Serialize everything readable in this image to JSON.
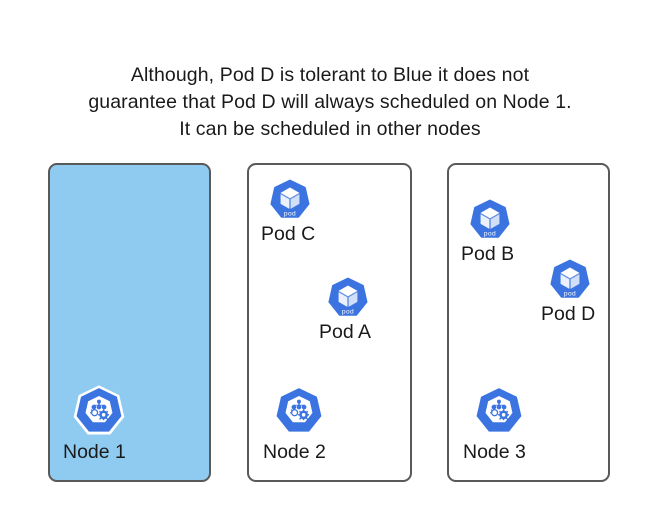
{
  "caption": {
    "line1": "Although, Pod D is tolerant to Blue it does not",
    "line2": "guarantee that Pod D will always scheduled on Node 1.",
    "line3": "It can be scheduled in other nodes"
  },
  "colors": {
    "node_fill_blue": "#8FCBF0",
    "box_border": "#595959",
    "icon_blue": "#3B74E0",
    "icon_white": "#FFFFFF",
    "text": "#1A1A1A",
    "page_background": "#FFFFFF"
  },
  "icon_labels": {
    "pod_badge": "pod"
  },
  "nodes": [
    {
      "id": "node-1",
      "label": "Node 1",
      "icon": "kubernetes-node-icon",
      "highlighted": true,
      "pods": []
    },
    {
      "id": "node-2",
      "label": "Node 2",
      "icon": "kubernetes-node-icon",
      "highlighted": false,
      "pods": [
        {
          "id": "pod-c",
          "label": "Pod C",
          "icon": "kubernetes-pod-icon"
        },
        {
          "id": "pod-a",
          "label": "Pod A",
          "icon": "kubernetes-pod-icon"
        }
      ]
    },
    {
      "id": "node-3",
      "label": "Node 3",
      "icon": "kubernetes-node-icon",
      "highlighted": false,
      "pods": [
        {
          "id": "pod-b",
          "label": "Pod B",
          "icon": "kubernetes-pod-icon"
        },
        {
          "id": "pod-d",
          "label": "Pod D",
          "icon": "kubernetes-pod-icon"
        }
      ]
    }
  ]
}
